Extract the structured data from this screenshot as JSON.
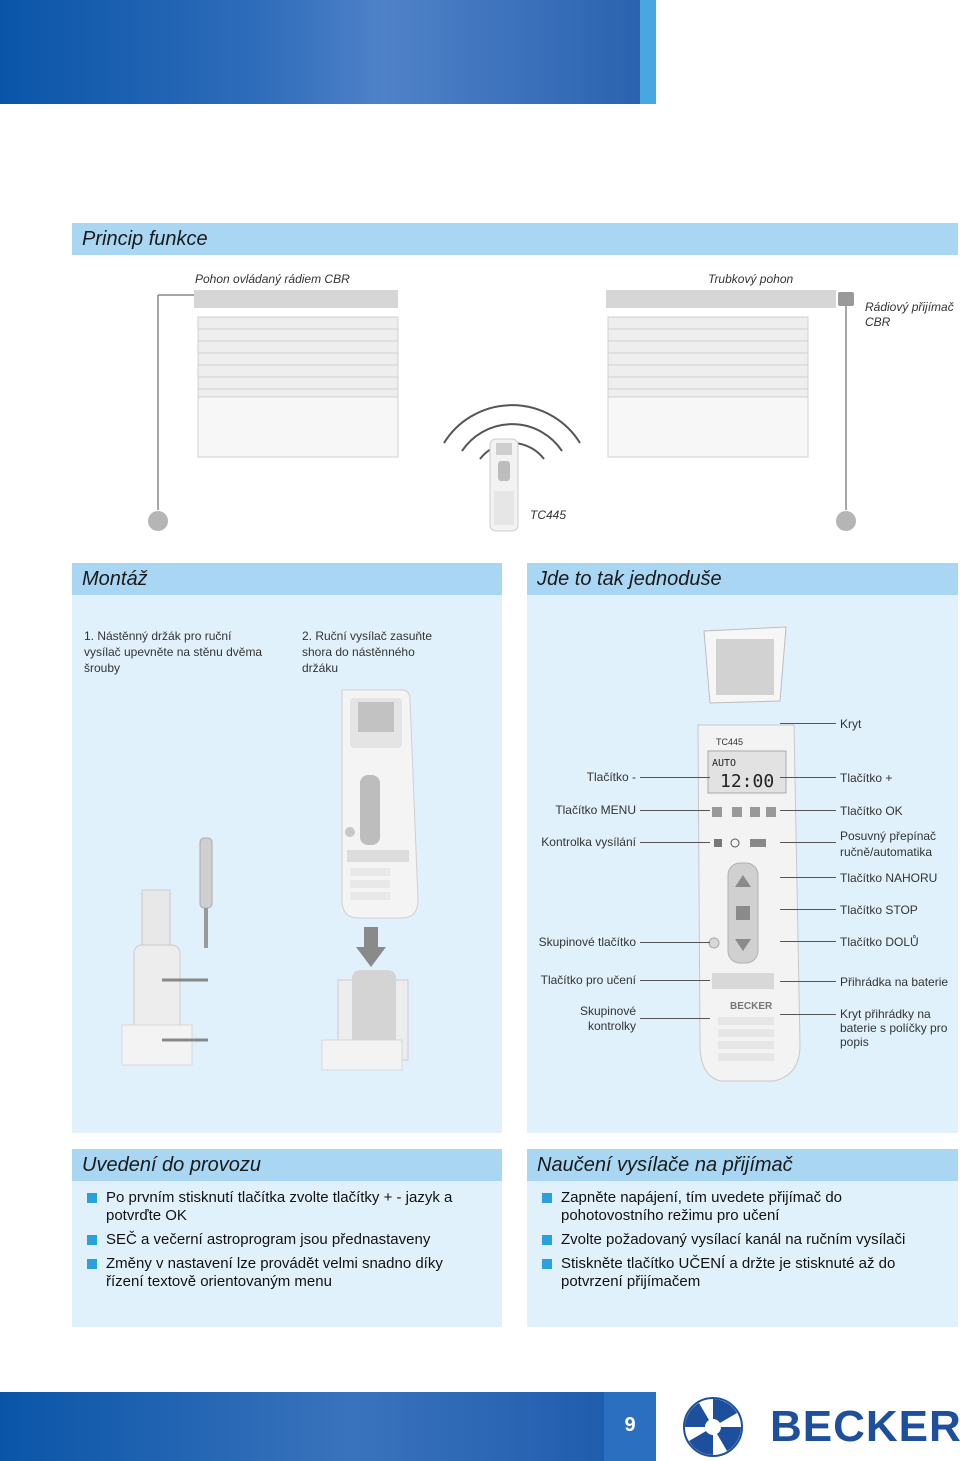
{
  "page_number": "9",
  "brand": "BECKER",
  "colors": {
    "banner": "#0a55a8",
    "accent": "#4aa6e0",
    "section_head": "#a9d7f3",
    "panel": "#e1f1fb",
    "bullet": "#2ba0de"
  },
  "principle": {
    "title": "Princip funkce",
    "label_left": "Pohon ovládaný rádiem CBR",
    "label_right": "Trubkový pohon",
    "label_receiver": "Rádiový přijímač CBR",
    "label_remote": "TC445"
  },
  "mounting": {
    "title": "Montáž",
    "step1": "1. Nástěnný držák pro ruční vysílač upevněte na stěnu dvěma šrouby",
    "step2": "2. Ruční vysílač zasuňte shora do nástěnného držáku"
  },
  "simple": {
    "title": "Jde to tak jednoduše",
    "remote_model": "TC445",
    "display_mode": "AUTO",
    "display_time": "12:00",
    "left_labels": {
      "minus": "Tlačítko -",
      "menu": "Tlačítko MENU",
      "led": "Kontrolka vysílání",
      "group": "Skupinové tlačítko",
      "learn": "Tlačítko pro učení",
      "group_leds": "Skupinové kontrolky"
    },
    "right_labels": {
      "cover": "Kryt",
      "plus": "Tlačítko +",
      "ok": "Tlačítko OK",
      "switch": "Posuvný přepínač ručně/automatika",
      "up": "Tlačítko NAHORU",
      "stop": "Tlačítko STOP",
      "down": "Tlačítko DOLŮ",
      "battery": "Přihrádka na baterie",
      "battery_cover": "Kryt přihrádky na baterie s políčky pro popis"
    }
  },
  "startup": {
    "title": "Uvedení do provozu",
    "items": [
      "Po prvním stisknutí tlačítka zvolte tlačítky + - jazyk a potvrďte OK",
      "SEČ a večerní astroprogram jsou přednastaveny",
      "Změny v nastavení lze provádět velmi snadno díky řízení textově orientovaným menu"
    ]
  },
  "learning": {
    "title": "Naučení vysílače na přijímač",
    "items": [
      "Zapněte napájení, tím uvedete přijímač do pohotovostního režimu pro učení",
      "Zvolte požadovaný vysílací kanál na ručním vysílači",
      "Stiskněte tlačítko UČENÍ a držte je stisknuté až do potvrzení přijímačem"
    ]
  }
}
